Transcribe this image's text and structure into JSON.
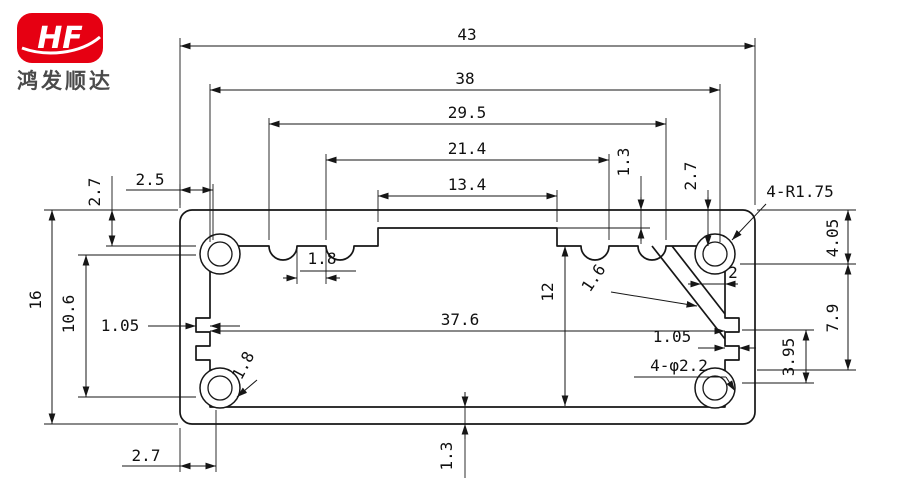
{
  "brand": {
    "logo_text": "HF",
    "company_name": "鸿发顺达",
    "logo_color": "#e60012"
  },
  "dims": {
    "top_overall": "43",
    "top_opening": "38",
    "top_span_outer": "29.5",
    "top_span_inner": "21.4",
    "center_section": "13.4",
    "left_top_wall": "2.7",
    "left_corner": "2.5",
    "groove_gap": "1.8",
    "overall_height": "16",
    "left_inner_height": "10.6",
    "left_slot_depth": "1.05",
    "left_boss_wall": "1.8",
    "bottom_left": "2.7",
    "bottom_wall": "1.3",
    "inner_width": "37.6",
    "inner_height": "12",
    "gusset_thickness": "1.6",
    "center_wall": "1.3",
    "right_top_wall": "2.7",
    "corner_radius_callout": "4-R1.75",
    "right_top_height": "4.05",
    "gusset_gap": "2",
    "right_mid_height": "7.9",
    "right_slot_span": "3.95",
    "right_slot_depth": "1.05",
    "hole_callout": "4-φ2.2"
  }
}
